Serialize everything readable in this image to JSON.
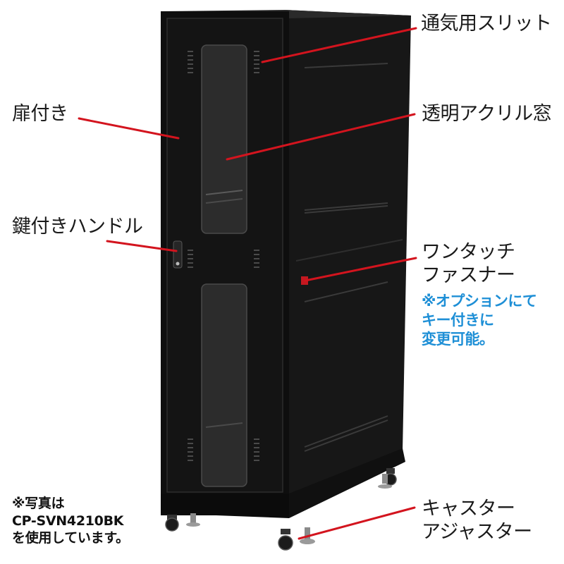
{
  "labels": {
    "vent_slits": "通気用スリット",
    "door": "扉付き",
    "acrylic_window": "透明アクリル窓",
    "key_handle": "鍵付きハンドル",
    "fastener_line1": "ワンタッチ",
    "fastener_line2": "ファスナー",
    "fastener_note_line1": "※オプションにて",
    "fastener_note_line2": "キー付きに",
    "fastener_note_line3": "変更可能。",
    "caster_line1": "キャスター",
    "caster_line2": "アジャスター"
  },
  "footnote": {
    "line1": "※写真は",
    "line2": "CP-SVN4210BK",
    "line3": "を使用しています。"
  },
  "colors": {
    "leader_line": "#d3141e",
    "note_text": "#1e8fd6",
    "cabinet": "#141414"
  }
}
